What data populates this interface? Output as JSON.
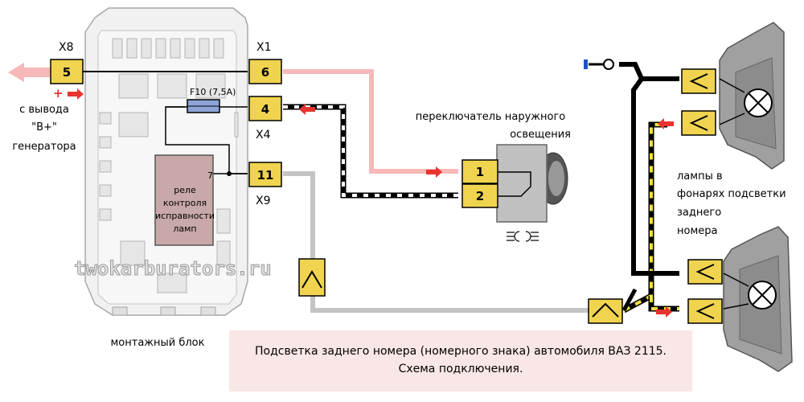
{
  "connectors": {
    "x8": "X8",
    "x1": "X1",
    "x4": "X4",
    "x9": "X9"
  },
  "pins": {
    "x8_pin": "5",
    "x1_pin": "6",
    "x4_pin": "4",
    "x9_pin": "11",
    "switch_pin1": "1",
    "switch_pin2": "2",
    "relay_pin": "7"
  },
  "fuse": "F10 (7,5A)",
  "relay": [
    "реле",
    "контроля",
    "исправности",
    "ламп"
  ],
  "generator_label": [
    "с вывода",
    "\"В+\"",
    "генератора"
  ],
  "plus_sign": "+",
  "switch_label": [
    "переключатель наружного",
    "освещения"
  ],
  "lamps_label": [
    "лампы в",
    "фонарях подсветки",
    "заднего",
    "номера"
  ],
  "block_label": "монтажный блок",
  "watermark": "twokarburators.ru",
  "caption": {
    "line1": "Подсветка заднего номера (номерного знака) автомобиля ВАЗ 2115.",
    "line2": "Схема подключения."
  },
  "colors": {
    "pin_fill": "#f0d450",
    "relay_fill": "#c8a8a8",
    "wire_pink": "#f6b8b8",
    "wire_gray": "#c4c4c4",
    "arrow_red": "#e8332f",
    "fuse_fill": "#8ea4d8",
    "caption_bg": "#f9e6e6"
  }
}
